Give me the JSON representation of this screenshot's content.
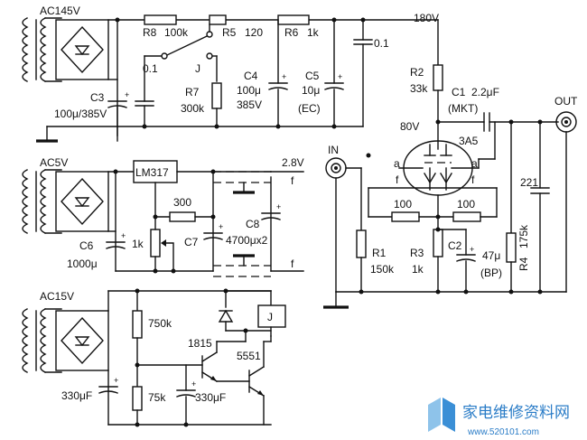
{
  "labels": {
    "ac145v": "AC145V",
    "r8": "R8",
    "r8_val": "100k",
    "r5": "R5",
    "r5_val": "120",
    "r6": "R6",
    "r6_val": "1k",
    "v180": "180V",
    "c01a": "0.1",
    "c01b": "0.1",
    "j": "J",
    "r2": "R2",
    "r2_val": "33k",
    "r7": "R7",
    "r7_val": "300k",
    "c4": "C4",
    "c4_val1": "100μ",
    "c4_val2": "385V",
    "c5": "C5",
    "c5_val": "10μ",
    "c5_type": "(EC)",
    "c1": "C1",
    "c1_val": "2.2μF",
    "c1_type": "(MKT)",
    "out": "OUT",
    "c3": "C3",
    "c3_val": "100μ/385V",
    "v80": "80V",
    "tube": "3A5",
    "ac5v": "AC5V",
    "lm317": "LM317",
    "v28": "2.8V",
    "in": "IN",
    "a_left": "a",
    "f_left": "f",
    "a_right": "a",
    "f_right": "f",
    "f_top": "f",
    "f_bottom": "f",
    "r300": "300",
    "c8": "C8",
    "c8_val": "4700μx2",
    "c7": "C7",
    "r100a": "100",
    "r100b": "100",
    "c221": "221",
    "pot1k": "1k",
    "c6": "C6",
    "c6_val": "1000μ",
    "r1": "R1",
    "r1_val": "150k",
    "r3": "R3",
    "r3_val": "1k",
    "c2": "C2",
    "c2_val": "47μ",
    "c2_type": "(BP)",
    "r4": "R4",
    "r4_val": "175k",
    "ac15v": "AC15V",
    "r750k": "750k",
    "relay": "J",
    "q1815": "1815",
    "q5551": "5551",
    "r75k": "75k",
    "c330a": "330μF",
    "c330b": "330μF"
  },
  "watermark": {
    "title": "家电维修资料网",
    "url": "www.520101.com"
  }
}
